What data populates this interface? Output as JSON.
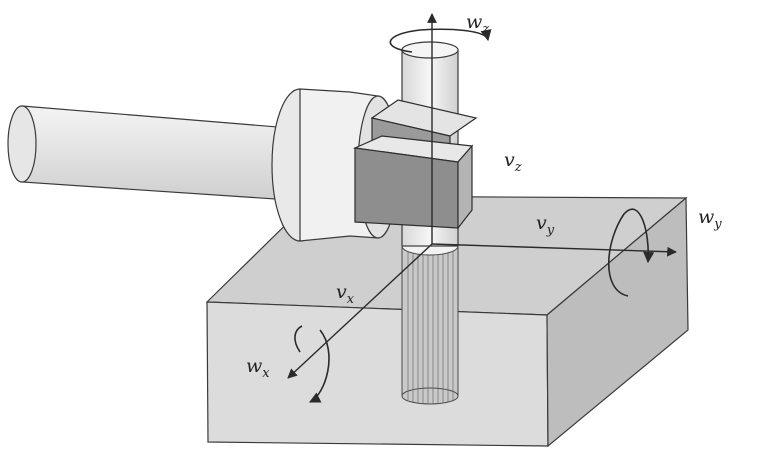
{
  "labels": {
    "wz": {
      "main": "w",
      "sub": "z"
    },
    "vz": {
      "main": "v",
      "sub": "z"
    },
    "vy": {
      "main": "v",
      "sub": "y"
    },
    "wy": {
      "main": "w",
      "sub": "y"
    },
    "vx": {
      "main": "v",
      "sub": "x"
    },
    "wx": {
      "main": "w",
      "sub": "x"
    }
  },
  "colors": {
    "line": "#3a3a3a",
    "block_front": "#dcdcdc",
    "block_top": "#cfcfcf",
    "block_side": "#bdbdbd",
    "chuck_dark": "#8e8e8e",
    "shaft": "#ececec"
  }
}
